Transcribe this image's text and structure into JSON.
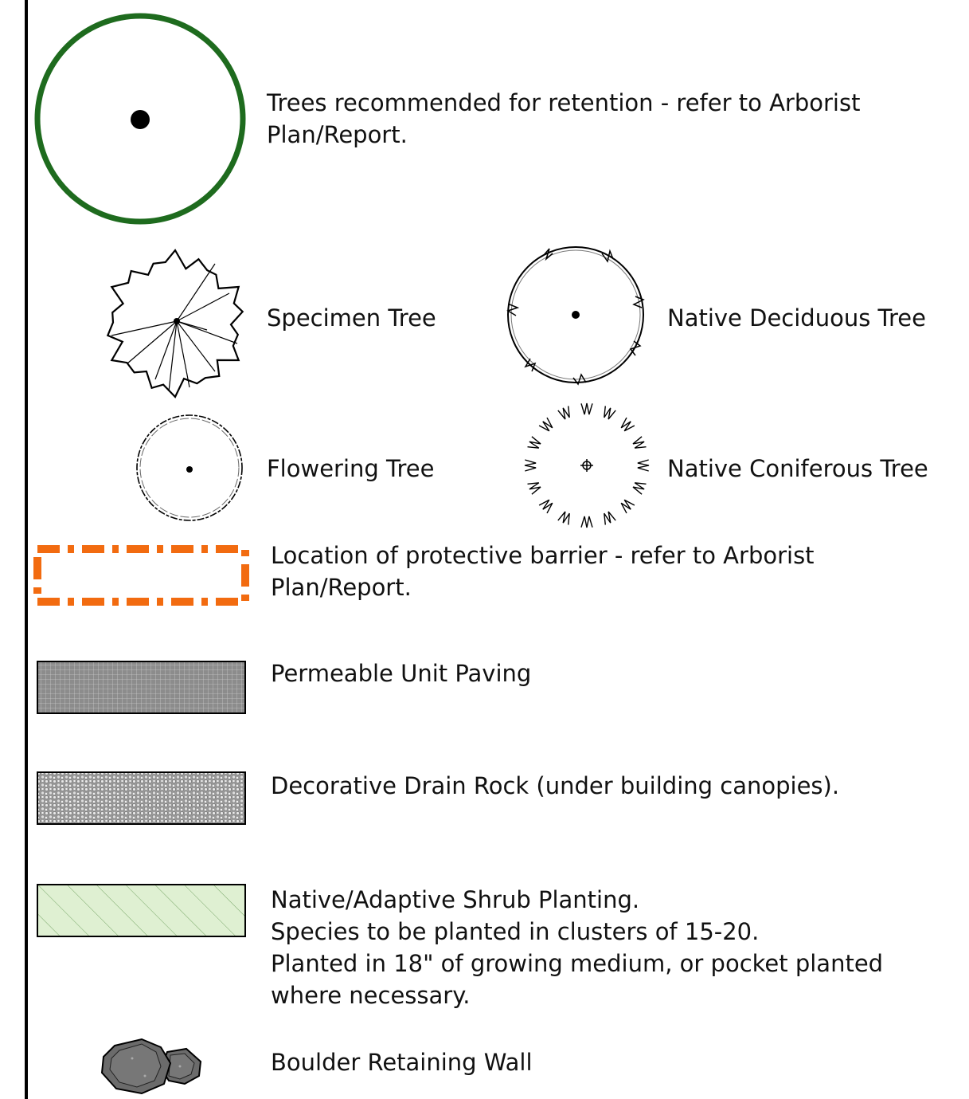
{
  "legend": {
    "retention": "Trees recommended for retention - refer to Arborist\nPlan/Report.",
    "specimen": "Specimen Tree",
    "native_deciduous": "Native Deciduous Tree",
    "flowering": "Flowering Tree",
    "native_coniferous": "Native Coniferous Tree",
    "barrier": "Location of protective barrier - refer to Arborist\nPlan/Report.",
    "paving": "Permeable Unit Paving",
    "drain_rock": "Decorative Drain Rock (under building canopies).",
    "shrub": "Native/Adaptive Shrub Planting.\nSpecies to be planted in clusters of 15-20.\nPlanted in 18\" of growing medium, or pocket planted\nwhere necessary.",
    "boulder": "Boulder Retaining Wall"
  },
  "colors": {
    "retention_ring": "#1e6b1e",
    "barrier": "#f26b10",
    "paving_fill": "#8c8c8c",
    "shrub_fill": "#dff0d2",
    "boulder_fill": "#6b6b6b"
  },
  "icons": {
    "retention": "tree-retention-icon",
    "specimen": "specimen-tree-icon",
    "native_deciduous": "deciduous-tree-icon",
    "flowering": "flowering-tree-icon",
    "native_coniferous": "coniferous-tree-icon",
    "barrier": "protective-barrier-icon",
    "paving": "paving-hatch-icon",
    "drain_rock": "drain-rock-hatch-icon",
    "shrub": "shrub-hatch-icon",
    "boulder": "boulder-icon"
  }
}
